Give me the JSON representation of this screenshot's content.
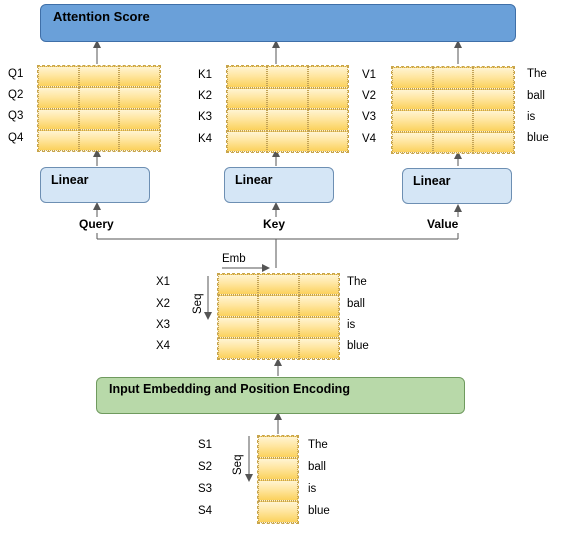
{
  "attention": {
    "title": "Attention Score"
  },
  "query": {
    "rows": [
      "Q1",
      "Q2",
      "Q3",
      "Q4"
    ],
    "linear": "Linear",
    "caption": "Query"
  },
  "key": {
    "rows": [
      "K1",
      "K2",
      "K3",
      "K4"
    ],
    "linear": "Linear",
    "caption": "Key"
  },
  "value": {
    "rows": [
      "V1",
      "V2",
      "V3",
      "V4"
    ],
    "linear": "Linear",
    "caption": "Value",
    "words": [
      "The",
      "ball",
      "is",
      "blue"
    ]
  },
  "embedded": {
    "rows": [
      "X1",
      "X2",
      "X3",
      "X4"
    ],
    "words": [
      "The",
      "ball",
      "is",
      "blue"
    ],
    "emb_label": "Emb",
    "seq_label": "Seq"
  },
  "encoding": {
    "title": "Input Embedding and Position Encoding"
  },
  "input": {
    "rows": [
      "S1",
      "S2",
      "S3",
      "S4"
    ],
    "words": [
      "The",
      "ball",
      "is",
      "blue"
    ],
    "seq_label": "Seq"
  },
  "colors": {
    "attention_box": "#6aa0d9",
    "linear_box": "#d5e6f6",
    "encoding_box": "#b8d9a9",
    "cell": "#fbd15c"
  }
}
